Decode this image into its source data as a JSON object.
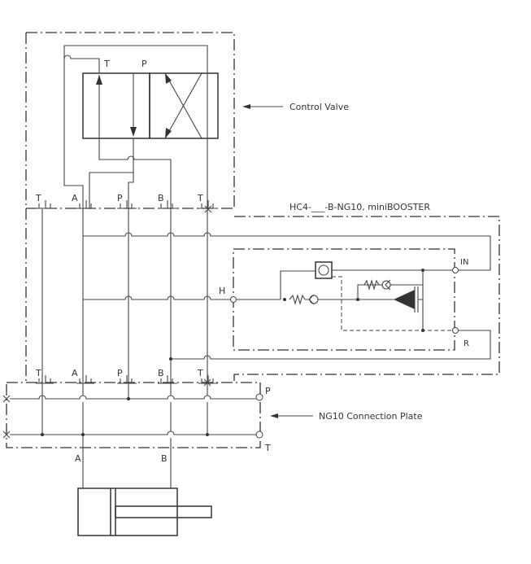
{
  "labels": {
    "valve_t": "T",
    "valve_p": "P",
    "control_valve": "Control Valve",
    "booster_title": "HC4-___-B-NG10, miniBOOSTER",
    "upper_ports": [
      "T",
      "A",
      "P",
      "B",
      "T"
    ],
    "lower_ports": [
      "T",
      "A",
      "P",
      "B",
      "T"
    ],
    "h": "H",
    "in": "IN",
    "r": "R",
    "plate_p": "P",
    "plate_t": "T",
    "connection_plate": "NG10 Connection Plate",
    "cyl_a": "A",
    "cyl_b": "B"
  },
  "colors": {
    "line": "#444444",
    "text": "#333333",
    "background": "#ffffff"
  }
}
